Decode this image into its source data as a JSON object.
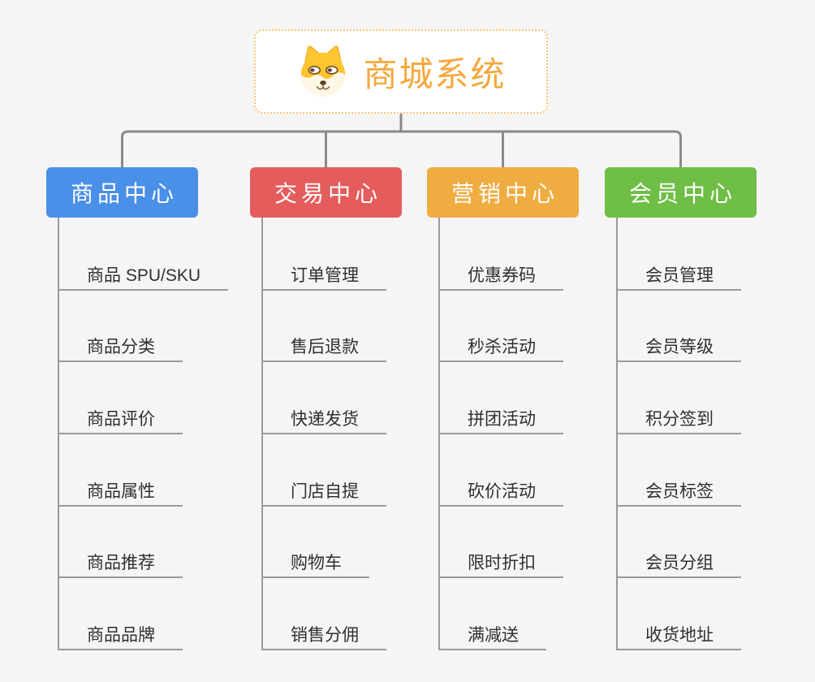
{
  "root": {
    "title": "商城系统",
    "icon": "shiba-dog-icon"
  },
  "branches": [
    {
      "label": "商品中心",
      "color": "#4A8FE8",
      "items": [
        "商品 SPU/SKU",
        "商品分类",
        "商品评价",
        "商品属性",
        "商品推荐",
        "商品品牌"
      ]
    },
    {
      "label": "交易中心",
      "color": "#E45C5C",
      "items": [
        "订单管理",
        "售后退款",
        "快递发货",
        "门店自提",
        "购物车",
        "销售分佣"
      ]
    },
    {
      "label": "营销中心",
      "color": "#EFAC41",
      "items": [
        "优惠券码",
        "秒杀活动",
        "拼团活动",
        "砍价活动",
        "限时折扣",
        "满减送"
      ]
    },
    {
      "label": "会员中心",
      "color": "#6FBE45",
      "items": [
        "会员管理",
        "会员等级",
        "积分签到",
        "会员标签",
        "会员分组",
        "收货地址"
      ]
    }
  ],
  "colors": {
    "background": "#F5F5F6",
    "connector": "#8A8A8A",
    "leaf_line": "#9A9A9A",
    "leaf_text": "#303030",
    "root_border": "#F7C56F",
    "root_title": "#F5A83C",
    "branch_text": "#FFFFFF"
  }
}
